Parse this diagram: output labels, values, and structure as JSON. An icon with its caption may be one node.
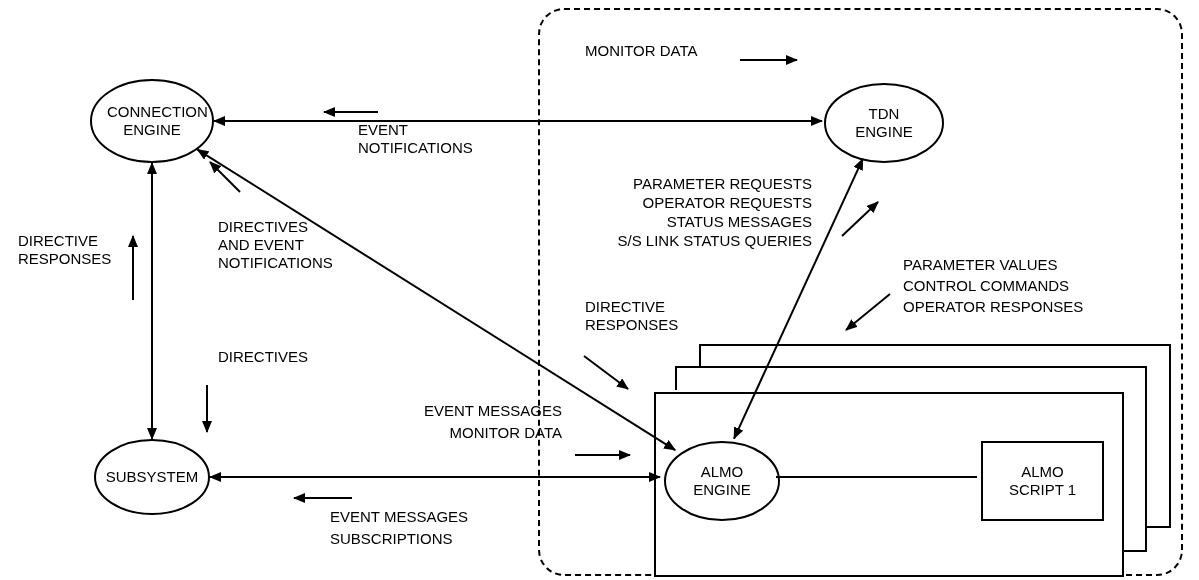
{
  "diagram": {
    "nodes": [
      {
        "text": [],
        "shape": "box"
      },
      {
        "text": [
          "CONNECTION ENGINE"
        ]
      },
      {
        "text": [
          "TDN ENGINE"
        ],
        "in": 0
      },
      {
        "text": [],
        "shape": "box",
        "in": 0
      },
      {
        "text": [
          "ALMO ENGINE"
        ],
        "in": 3
      },
      {
        "text": [
          "ALMO SCRIPT 1"
        ],
        "in": 3
      },
      {
        "text": [
          "SUBSYSTEM"
        ]
      }
    ],
    "edges": [
      {
        "from": 1,
        "to": 2,
        "arrow": "both"
      },
      {
        "from": 1,
        "to": 4,
        "arrow": "both"
      },
      {
        "from": 1,
        "to": 6,
        "arrow": "both"
      },
      {
        "from": 6,
        "to": 4,
        "arrow": "both"
      },
      {
        "from": 4,
        "to": 2,
        "arrow": "both"
      },
      {
        "from": 4,
        "to": 5,
        "arrow": "none"
      }
    ],
    "labels": [
      "MONITOR DATA",
      "EVENT NOTIFICATIONS",
      "PARAMETER REQUESTS",
      "OPERATOR REQUESTS",
      "STATUS MESSAGES",
      "S/S LINK STATUS QUERIES",
      "DIRECTIVE RESPONSES",
      "DIRECTIVES AND EVENT NOTIFICATIONS",
      "PARAMETER VALUES",
      "CONTROL COMMANDS",
      "OPERATOR RESPONSES",
      "DIRECTIVES",
      "DIRECTIVE RESPONSES",
      "EVENT MESSAGES",
      "MONITOR DATA",
      "EVENT MESSAGES",
      "SUBSCRIPTIONS"
    ]
  }
}
